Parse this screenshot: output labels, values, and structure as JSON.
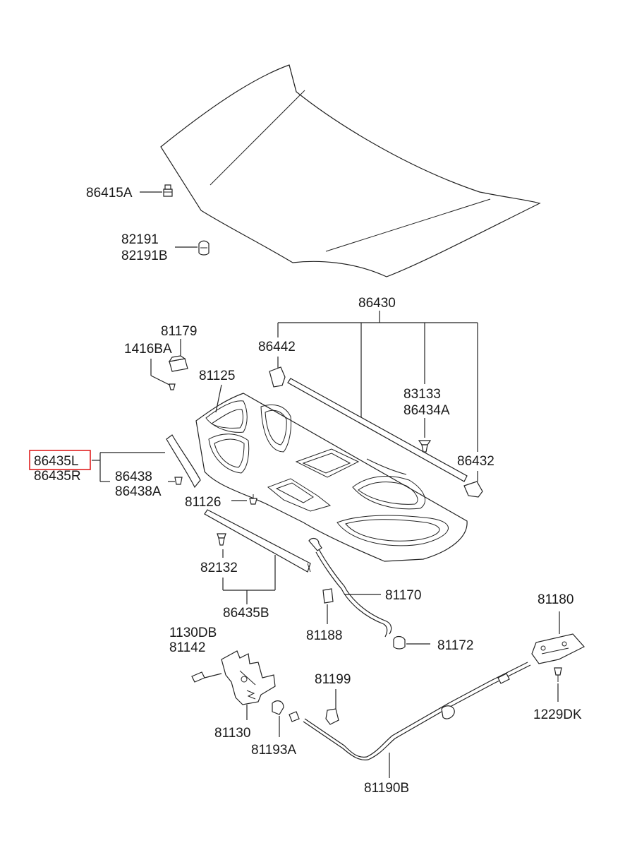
{
  "highlight_color": "#e02020",
  "labels": {
    "p86415A": "86415A",
    "p82191": "82191",
    "p82191B": "82191B",
    "p86430": "86430",
    "p81179": "81179",
    "p1416BA": "1416BA",
    "p86442": "86442",
    "p81125": "81125",
    "p83133": "83133",
    "p86434A": "86434A",
    "p86435L": "86435L",
    "p86435R": "86435R",
    "p86438": "86438",
    "p86438A": "86438A",
    "p86432": "86432",
    "p81126": "81126",
    "p82132": "82132",
    "p86435B": "86435B",
    "p81170": "81170",
    "p81188": "81188",
    "p81180": "81180",
    "p81172": "81172",
    "p1130DB": "1130DB",
    "p81142": "81142",
    "p81199": "81199",
    "p81130": "81130",
    "p81193A": "81193A",
    "p1229DK": "1229DK",
    "p81190B": "81190B"
  }
}
